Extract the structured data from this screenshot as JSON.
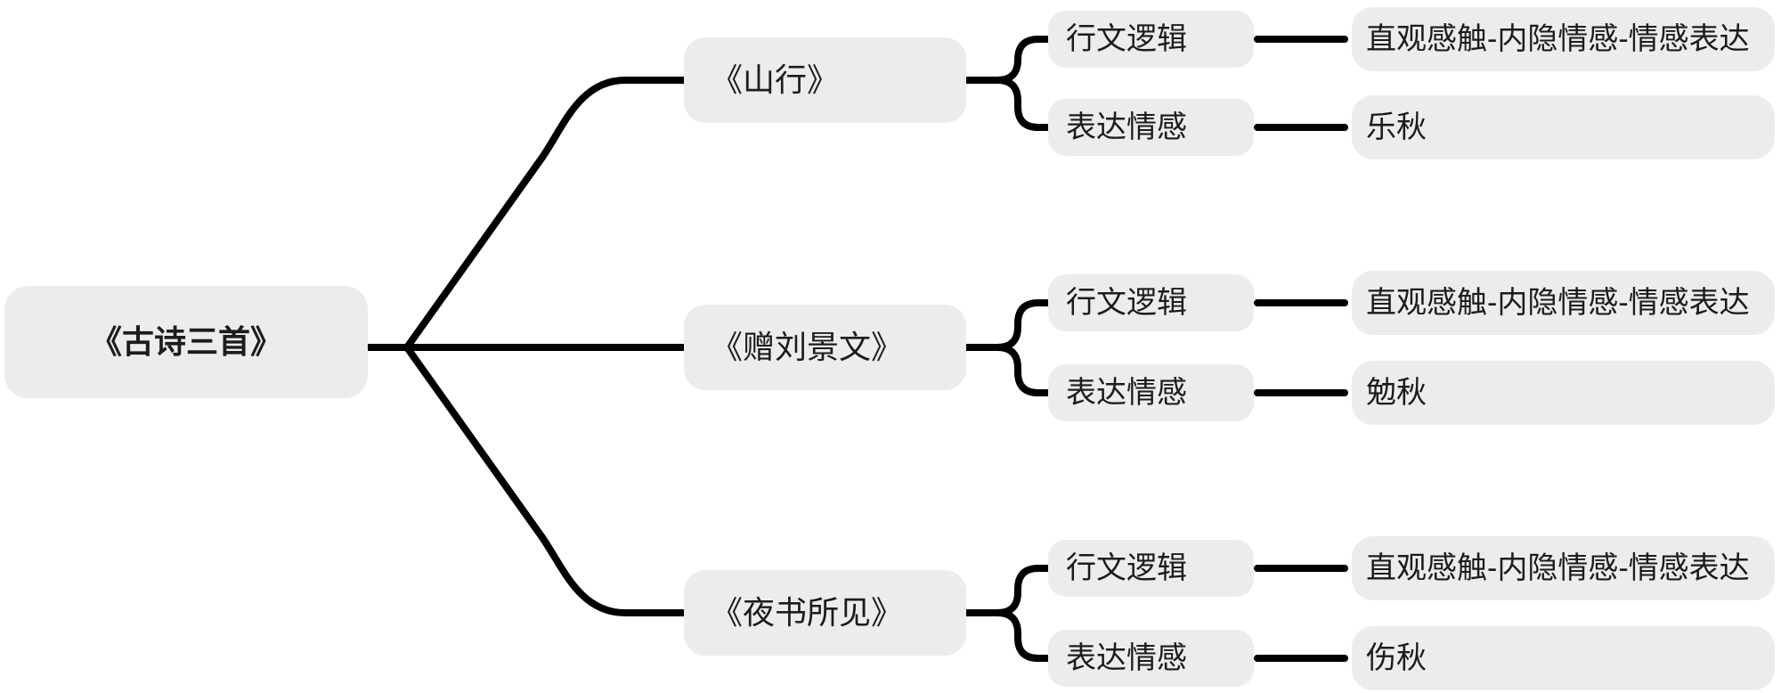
{
  "root": {
    "label": "《古诗三首》"
  },
  "branches": [
    {
      "label": "《山行》",
      "children": [
        {
          "label": "行文逻辑",
          "leaf": "直观感触-内隐情感-情感表达"
        },
        {
          "label": "表达情感",
          "leaf": "乐秋"
        }
      ]
    },
    {
      "label": "《赠刘景文》",
      "children": [
        {
          "label": "行文逻辑",
          "leaf": "直观感触-内隐情感-情感表达"
        },
        {
          "label": "表达情感",
          "leaf": "勉秋"
        }
      ]
    },
    {
      "label": "《夜书所见》",
      "children": [
        {
          "label": "行文逻辑",
          "leaf": "直观感触-内隐情感-情感表达"
        },
        {
          "label": "表达情感",
          "leaf": "伤秋"
        }
      ]
    }
  ],
  "colors": {
    "node_bg": "#ececec",
    "line": "#000000",
    "text": "#1c1c1c",
    "background": "#ffffff"
  }
}
